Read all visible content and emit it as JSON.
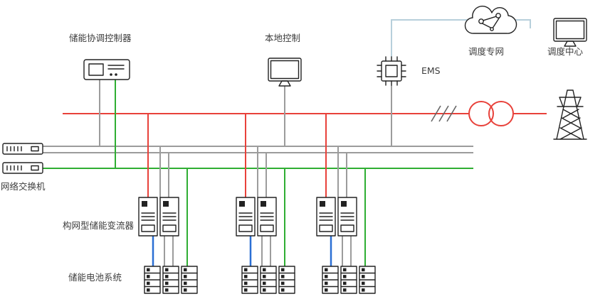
{
  "labels": {
    "coordinator": "储能协调控制器",
    "local_control": "本地控制",
    "ems": "EMS",
    "dispatch_network": "调度专网",
    "dispatch_center": "调度中心",
    "network_switch": "网络交换机",
    "converter": "构网型储能变流器",
    "battery_system": "储能电池系统"
  },
  "colors": {
    "power": "#e8413a",
    "bus": "#9c9c9c",
    "lan": "#2fae33",
    "dc": "#2b6fd4",
    "wan": "#b7cfdb",
    "ink": "#222222",
    "text": "#3d3d3d"
  }
}
